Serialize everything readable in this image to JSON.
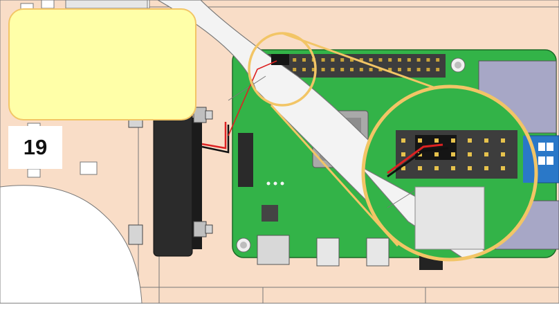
{
  "step": {
    "number": "19"
  },
  "note": {
    "text": ""
  },
  "colors": {
    "wood": "#f9ddc7",
    "board": "#33b348",
    "magnifier_ring": "#f2c566",
    "note_fill": "#ffffa8",
    "cable": "#f3f3f3",
    "fan": "#2a2a2a",
    "usb_blue": "#2a78c8",
    "ethernet": "#a7a7c6"
  },
  "icons": {
    "magnifier": "magnifier-callout",
    "fan": "cooling-fan",
    "cable": "ribbon-cable"
  }
}
